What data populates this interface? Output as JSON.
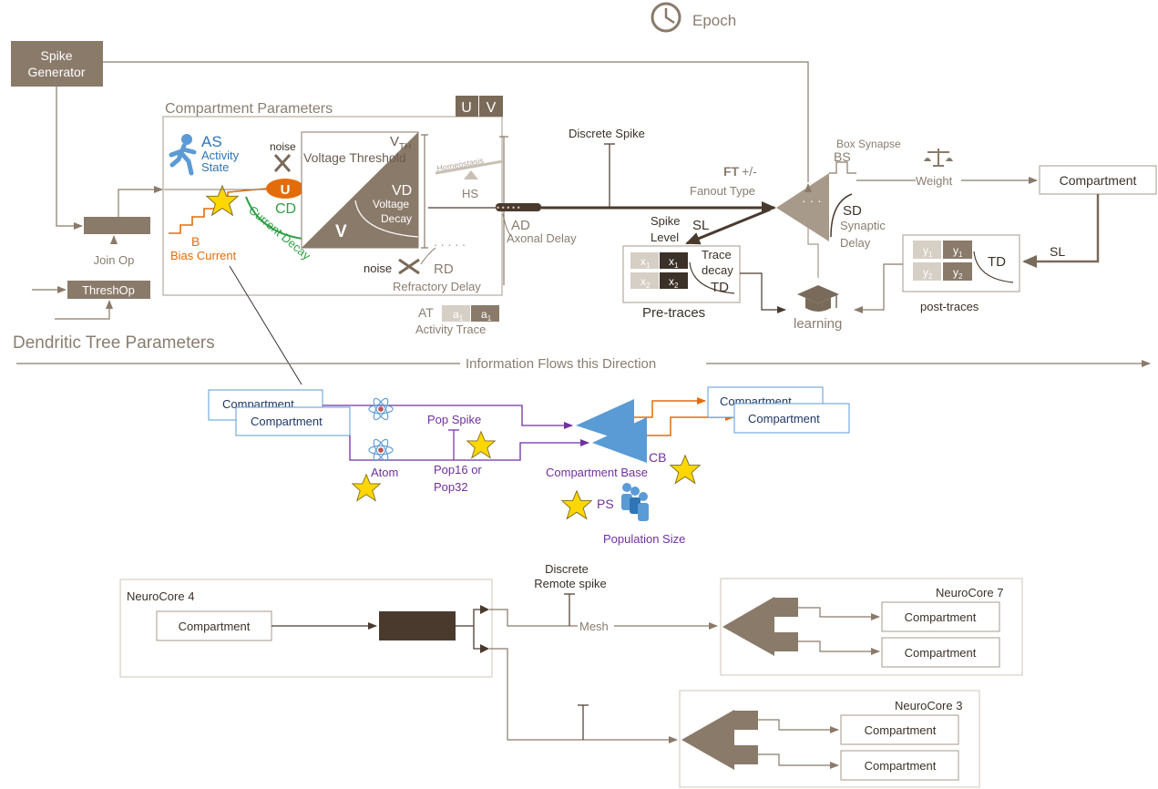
{
  "epoch": {
    "label": "Epoch",
    "icon": "clock-icon"
  },
  "spike_generator": {
    "line1": "Spike",
    "line2": "Generator"
  },
  "join_op": "Join Op",
  "thresh_op": "ThreshOp",
  "dendritic_tree_title": "Dendritic Tree Parameters",
  "compartment_params": {
    "title": "Compartment Parameters",
    "u_label": "U",
    "v_label": "V",
    "as_abbr": "AS",
    "as_line1": "Activity",
    "as_line2": "State",
    "noise": "noise",
    "u_circle": "U",
    "cd_abbr": "CD",
    "current_decay": "Current Decay",
    "b_abbr": "B",
    "bias_current": "Bias Current",
    "voltage_threshold": "Voltage Threshold",
    "vth": "V",
    "vth_sub": "TH",
    "vd_abbr": "VD",
    "vd_line1": "Voltage",
    "vd_line2": "Decay",
    "v_big": "V",
    "homeostasis": "Homeostasis",
    "hs_abbr": "HS",
    "rd_abbr": "RD",
    "refractory_delay": "Refractory Delay",
    "at_abbr": "AT",
    "activity_trace": "Activity Trace",
    "a1": "a",
    "a1_sub": "1"
  },
  "axon": {
    "ad_abbr": "AD",
    "axonal_delay": "Axonal Delay",
    "discrete_spike": "Discrete Spike",
    "ft_abbr": "FT",
    "ft_sign": "+/-",
    "fanout_type": "Fanout Type"
  },
  "synapse": {
    "box_synapse": "Box Synapse",
    "bs_abbr": "BS",
    "sd_abbr": "SD",
    "sd_line1": "Synaptic",
    "sd_line2": "Delay",
    "weight": "Weight",
    "compartment": "Compartment",
    "sl_right": "SL",
    "td_right": "TD",
    "y1": "y",
    "y1_sub": "1",
    "y2": "y",
    "y2_sub": "2",
    "post_traces": "post-traces",
    "learning": "learning",
    "spike_level_1": "Spike",
    "spike_level_2": "Level",
    "sl_left": "SL",
    "trace_decay_1": "Trace",
    "trace_decay_2": "decay",
    "td_left": "TD",
    "x1": "x",
    "x1_sub": "1",
    "x2": "x",
    "x2_sub": "2",
    "pre_traces": "Pre-traces"
  },
  "info_flow": "Information Flows this Direction",
  "population": {
    "compartment": "Compartment",
    "pop_spike": "Pop Spike",
    "atom": "Atom",
    "pop16": "Pop16 or",
    "pop32": "Pop32",
    "cb_abbr": "CB",
    "compartment_base": "Compartment Base",
    "ps_abbr": "PS",
    "population_size": "Population Size"
  },
  "neurocores": {
    "nc4": "NeuroCore 4",
    "nc7": "NeuroCore 7",
    "nc3": "NeuroCore 3",
    "compartment": "Compartment",
    "discrete_remote_1": "Discrete",
    "discrete_remote_2": "Remote spike",
    "mesh": "Mesh"
  },
  "colors": {
    "brown": "#7a6a5a",
    "dark_brown": "#4a3a2e",
    "orange": "#e36c0a",
    "green": "#2f9e44",
    "blue": "#5b9bd5",
    "purple": "#7030a0",
    "star": "#ffd700"
  }
}
